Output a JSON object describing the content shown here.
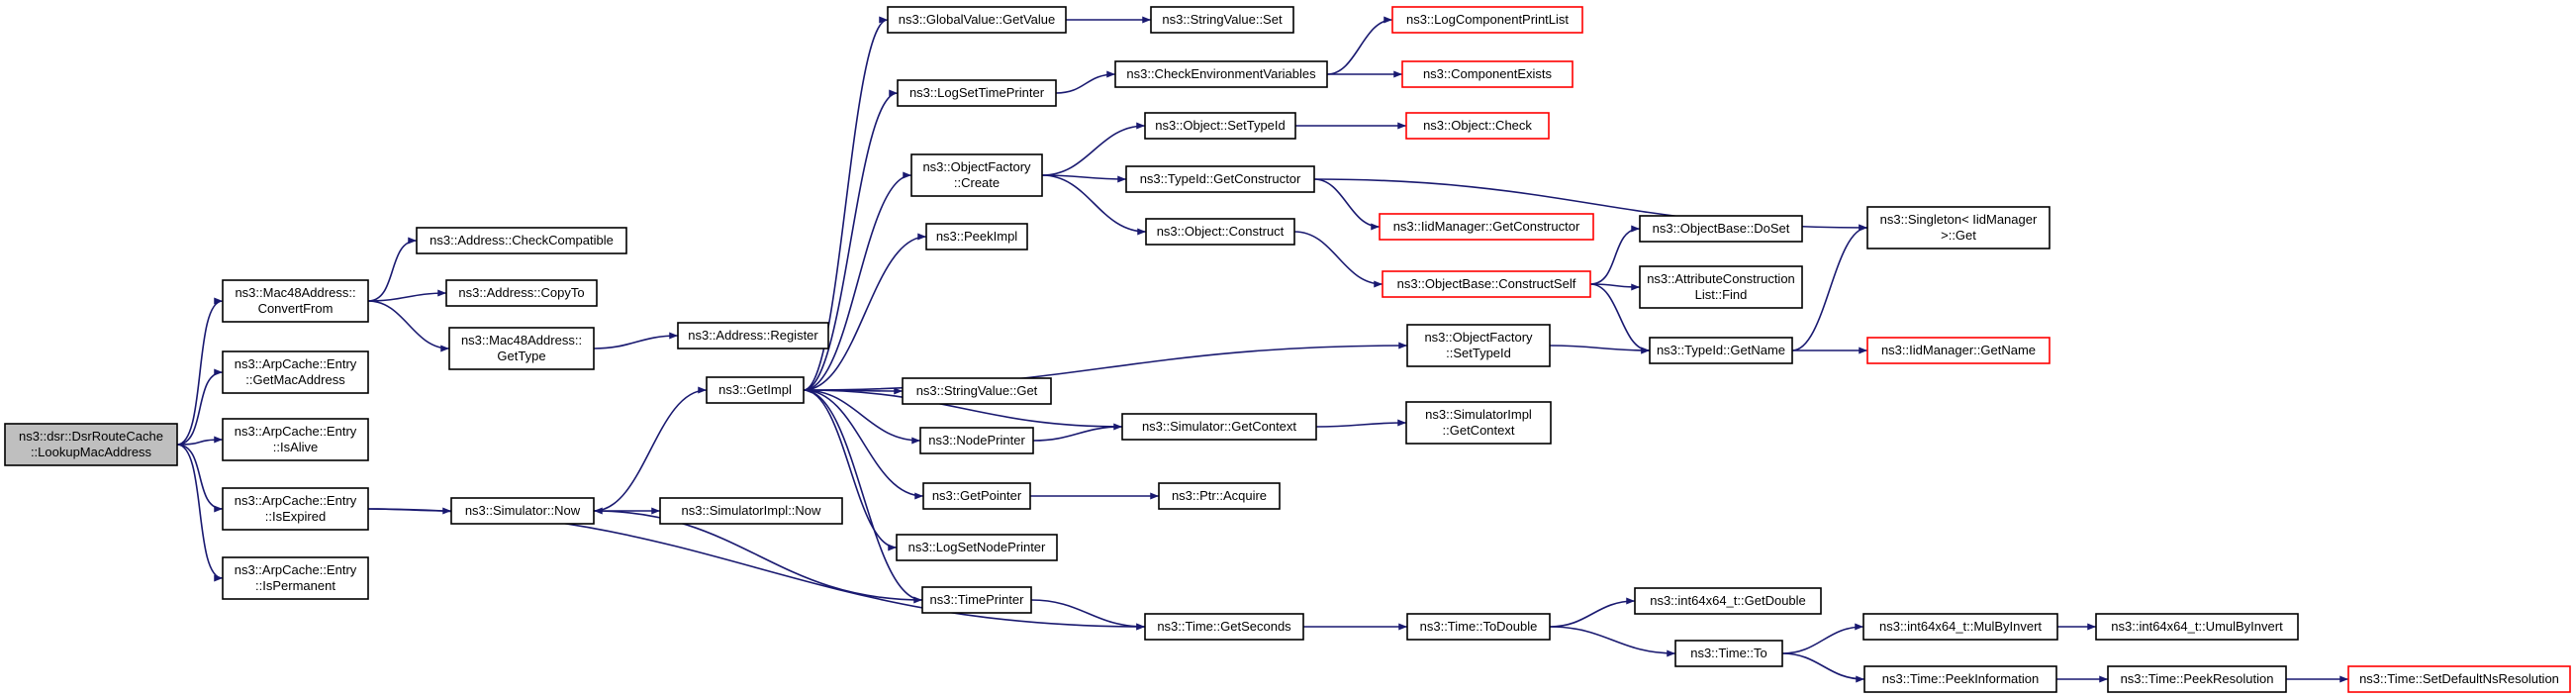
{
  "colors": {
    "edge": "#191970",
    "border_normal": "#000000",
    "border_truncated": "#ff0000",
    "root_fill": "#bfbfbf",
    "node_fill": "#ffffff"
  },
  "nodes": [
    {
      "id": "root",
      "lines": [
        "ns3::dsr::DsrRouteCache",
        "::LookupMacAddress"
      ],
      "style": "root"
    },
    {
      "id": "mac48convert",
      "lines": [
        "ns3::Mac48Address::",
        "ConvertFrom"
      ],
      "style": "normal"
    },
    {
      "id": "arpgetmac",
      "lines": [
        "ns3::ArpCache::Entry",
        "::GetMacAddress"
      ],
      "style": "normal"
    },
    {
      "id": "arpalive",
      "lines": [
        "ns3::ArpCache::Entry",
        "::IsAlive"
      ],
      "style": "normal"
    },
    {
      "id": "arpexpired",
      "lines": [
        "ns3::ArpCache::Entry",
        "::IsExpired"
      ],
      "style": "normal"
    },
    {
      "id": "arpperm",
      "lines": [
        "ns3::ArpCache::Entry",
        "::IsPermanent"
      ],
      "style": "normal"
    },
    {
      "id": "addrcheck",
      "lines": [
        "ns3::Address::CheckCompatible"
      ],
      "style": "normal"
    },
    {
      "id": "addrcopy",
      "lines": [
        "ns3::Address::CopyTo"
      ],
      "style": "normal"
    },
    {
      "id": "mac48type",
      "lines": [
        "ns3::Mac48Address::",
        "GetType"
      ],
      "style": "normal"
    },
    {
      "id": "addrreg",
      "lines": [
        "ns3::Address::Register"
      ],
      "style": "normal"
    },
    {
      "id": "simnow",
      "lines": [
        "ns3::Simulator::Now"
      ],
      "style": "normal"
    },
    {
      "id": "simimplnow",
      "lines": [
        "ns3::SimulatorImpl::Now"
      ],
      "style": "normal"
    },
    {
      "id": "getimpl",
      "lines": [
        "ns3::GetImpl"
      ],
      "style": "normal"
    },
    {
      "id": "gvget",
      "lines": [
        "ns3::GlobalValue::GetValue"
      ],
      "style": "normal"
    },
    {
      "id": "svset",
      "lines": [
        "ns3::StringValue::Set"
      ],
      "style": "normal"
    },
    {
      "id": "logtime",
      "lines": [
        "ns3::LogSetTimePrinter"
      ],
      "style": "normal"
    },
    {
      "id": "checkenv",
      "lines": [
        "ns3::CheckEnvironmentVariables"
      ],
      "style": "normal"
    },
    {
      "id": "logcomp",
      "lines": [
        "ns3::LogComponentPrintList"
      ],
      "style": "truncated"
    },
    {
      "id": "compexists",
      "lines": [
        "ns3::ComponentExists"
      ],
      "style": "truncated"
    },
    {
      "id": "ofcreate",
      "lines": [
        "ns3::ObjectFactory",
        "::Create"
      ],
      "style": "normal"
    },
    {
      "id": "objsettid",
      "lines": [
        "ns3::Object::SetTypeId"
      ],
      "style": "normal"
    },
    {
      "id": "objcheck",
      "lines": [
        "ns3::Object::Check"
      ],
      "style": "truncated"
    },
    {
      "id": "tidgetctor",
      "lines": [
        "ns3::TypeId::GetConstructor"
      ],
      "style": "normal"
    },
    {
      "id": "iidgetctor",
      "lines": [
        "ns3::IidManager::GetConstructor"
      ],
      "style": "truncated"
    },
    {
      "id": "objconstruct",
      "lines": [
        "ns3::Object::Construct"
      ],
      "style": "normal"
    },
    {
      "id": "peekimpl",
      "lines": [
        "ns3::PeekImpl"
      ],
      "style": "normal"
    },
    {
      "id": "obdoset",
      "lines": [
        "ns3::ObjectBase::DoSet"
      ],
      "style": "normal"
    },
    {
      "id": "singleton",
      "lines": [
        "ns3::Singleton< IidManager",
        " >::Get"
      ],
      "style": "normal"
    },
    {
      "id": "obconstructself",
      "lines": [
        "ns3::ObjectBase::ConstructSelf"
      ],
      "style": "truncated"
    },
    {
      "id": "attrfind",
      "lines": [
        "ns3::AttributeConstruction",
        "List::Find"
      ],
      "style": "normal"
    },
    {
      "id": "ofsettid",
      "lines": [
        "ns3::ObjectFactory",
        "::SetTypeId"
      ],
      "style": "normal"
    },
    {
      "id": "tidgetname",
      "lines": [
        "ns3::TypeId::GetName"
      ],
      "style": "normal"
    },
    {
      "id": "iidgetname",
      "lines": [
        "ns3::IidManager::GetName"
      ],
      "style": "truncated"
    },
    {
      "id": "svget",
      "lines": [
        "ns3::StringValue::Get"
      ],
      "style": "normal"
    },
    {
      "id": "nodeprinter",
      "lines": [
        "ns3::NodePrinter"
      ],
      "style": "normal"
    },
    {
      "id": "simgetctx",
      "lines": [
        "ns3::Simulator::GetContext"
      ],
      "style": "normal"
    },
    {
      "id": "simimplgetctx",
      "lines": [
        "ns3::SimulatorImpl",
        "::GetContext"
      ],
      "style": "normal"
    },
    {
      "id": "getpointer",
      "lines": [
        "ns3::GetPointer"
      ],
      "style": "normal"
    },
    {
      "id": "ptracquire",
      "lines": [
        "ns3::Ptr::Acquire"
      ],
      "style": "normal"
    },
    {
      "id": "lognode",
      "lines": [
        "ns3::LogSetNodePrinter"
      ],
      "style": "normal"
    },
    {
      "id": "timeprinter",
      "lines": [
        "ns3::TimePrinter"
      ],
      "style": "normal"
    },
    {
      "id": "timegetsec",
      "lines": [
        "ns3::Time::GetSeconds"
      ],
      "style": "normal"
    },
    {
      "id": "timetodouble",
      "lines": [
        "ns3::Time::ToDouble"
      ],
      "style": "normal"
    },
    {
      "id": "intgetdouble",
      "lines": [
        "ns3::int64x64_t::GetDouble"
      ],
      "style": "normal"
    },
    {
      "id": "timeto",
      "lines": [
        "ns3::Time::To"
      ],
      "style": "normal"
    },
    {
      "id": "intmulinv",
      "lines": [
        "ns3::int64x64_t::MulByInvert"
      ],
      "style": "normal"
    },
    {
      "id": "intumulinv",
      "lines": [
        "ns3::int64x64_t::UmulByInvert"
      ],
      "style": "normal"
    },
    {
      "id": "timepeekinfo",
      "lines": [
        "ns3::Time::PeekInformation"
      ],
      "style": "normal"
    },
    {
      "id": "timepeekres",
      "lines": [
        "ns3::Time::PeekResolution"
      ],
      "style": "normal"
    },
    {
      "id": "timesetdef",
      "lines": [
        "ns3::Time::SetDefaultNsResolution"
      ],
      "style": "truncated"
    }
  ],
  "edges": [
    [
      "root",
      "mac48convert"
    ],
    [
      "root",
      "arpgetmac"
    ],
    [
      "root",
      "arpalive"
    ],
    [
      "root",
      "arpexpired"
    ],
    [
      "root",
      "arpperm"
    ],
    [
      "mac48convert",
      "addrcheck"
    ],
    [
      "mac48convert",
      "addrcopy"
    ],
    [
      "mac48convert",
      "mac48type"
    ],
    [
      "mac48type",
      "addrreg"
    ],
    [
      "arpexpired",
      "simnow"
    ],
    [
      "arpexpired",
      "timegetsec"
    ],
    [
      "simnow",
      "getimpl"
    ],
    [
      "simnow",
      "simimplnow"
    ],
    [
      "getimpl",
      "gvget"
    ],
    [
      "getimpl",
      "logtime"
    ],
    [
      "getimpl",
      "ofcreate"
    ],
    [
      "getimpl",
      "peekimpl"
    ],
    [
      "getimpl",
      "ofsettid"
    ],
    [
      "getimpl",
      "svget"
    ],
    [
      "getimpl",
      "nodeprinter"
    ],
    [
      "getimpl",
      "getpointer"
    ],
    [
      "getimpl",
      "lognode"
    ],
    [
      "getimpl",
      "timeprinter"
    ],
    [
      "gvget",
      "svset"
    ],
    [
      "logtime",
      "checkenv"
    ],
    [
      "checkenv",
      "logcomp"
    ],
    [
      "checkenv",
      "compexists"
    ],
    [
      "ofcreate",
      "objsettid"
    ],
    [
      "ofcreate",
      "tidgetctor"
    ],
    [
      "ofcreate",
      "objconstruct"
    ],
    [
      "objsettid",
      "objcheck"
    ],
    [
      "tidgetctor",
      "iidgetctor"
    ],
    [
      "tidgetctor",
      "singleton"
    ],
    [
      "objconstruct",
      "obconstructself"
    ],
    [
      "obconstructself",
      "obdoset"
    ],
    [
      "obconstructself",
      "attrfind"
    ],
    [
      "obconstructself",
      "tidgetname"
    ],
    [
      "ofsettid",
      "tidgetname"
    ],
    [
      "tidgetname",
      "singleton"
    ],
    [
      "tidgetname",
      "iidgetname"
    ],
    [
      "nodeprinter",
      "simgetctx"
    ],
    [
      "simgetctx",
      "getimpl"
    ],
    [
      "simgetctx",
      "simimplgetctx"
    ],
    [
      "getpointer",
      "ptracquire"
    ],
    [
      "timeprinter",
      "simnow"
    ],
    [
      "timeprinter",
      "timegetsec"
    ],
    [
      "timegetsec",
      "timetodouble"
    ],
    [
      "timetodouble",
      "intgetdouble"
    ],
    [
      "timetodouble",
      "timeto"
    ],
    [
      "timeto",
      "intmulinv"
    ],
    [
      "timeto",
      "timepeekinfo"
    ],
    [
      "intmulinv",
      "intumulinv"
    ],
    [
      "timepeekinfo",
      "timepeekres"
    ],
    [
      "timepeekres",
      "timesetdef"
    ]
  ]
}
